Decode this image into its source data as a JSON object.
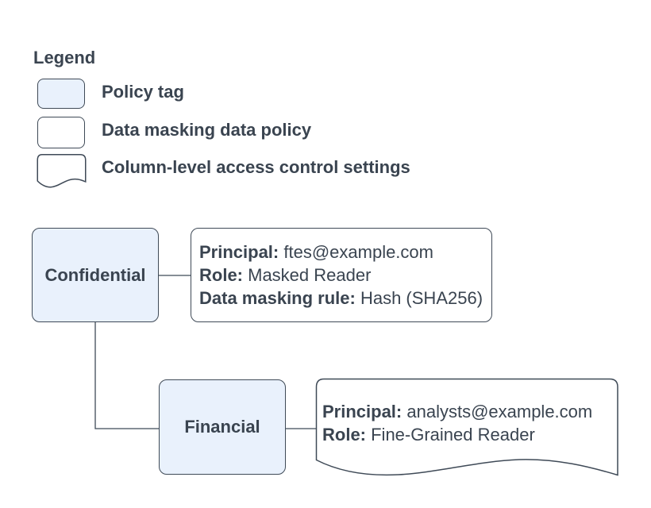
{
  "legend": {
    "title": "Legend",
    "items": [
      {
        "label": "Policy tag"
      },
      {
        "label": "Data masking data policy"
      },
      {
        "label": "Column-level access control settings"
      }
    ]
  },
  "diagram": {
    "confidential_tag": {
      "label": "Confidential"
    },
    "financial_tag": {
      "label": "Financial"
    },
    "masked_reader_policy": {
      "principal_key": "Principal:",
      "principal_value": " ftes@example.com",
      "role_key": "Role:",
      "role_value": " Masked Reader",
      "rule_key": "Data masking rule:",
      "rule_value": " Hash (SHA256)"
    },
    "column_access_settings": {
      "principal_key": "Principal:",
      "principal_value": " analysts@example.com",
      "role_key": "Role:",
      "role_value": " Fine-Grained Reader"
    }
  },
  "colors": {
    "policy_tag_fill": "#e9f1fc",
    "shape_stroke": "#3f4a57",
    "text": "#3a4450",
    "background": "#ffffff"
  }
}
